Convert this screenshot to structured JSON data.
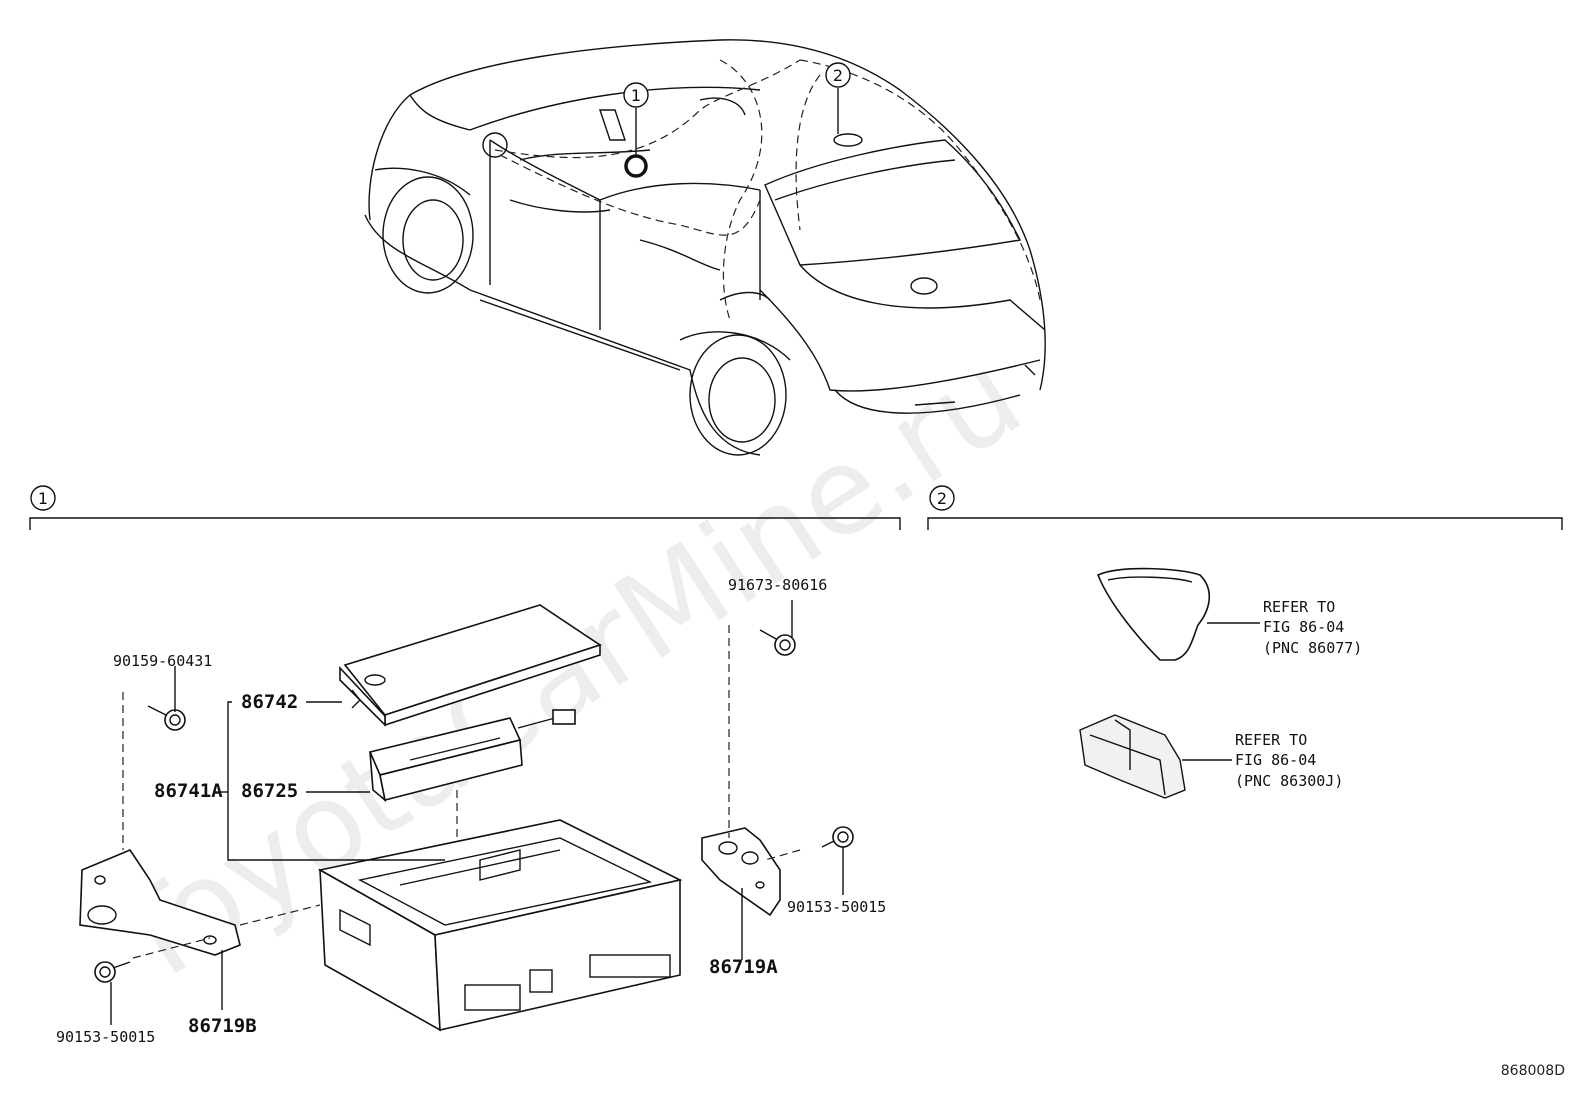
{
  "watermark": "ToyotaCarMine.ru",
  "callouts": {
    "c1": "1",
    "c2": "2"
  },
  "section1": {
    "marker": "1"
  },
  "section2": {
    "marker": "2"
  },
  "parts": {
    "p90159": "90159-60431",
    "p86742": "86742",
    "p86741A": "86741A",
    "p86725": "86725",
    "p91673": "91673-80616",
    "p90153_right": "90153-50015",
    "p86719A": "86719A",
    "p90153_left": "90153-50015",
    "p86719B": "86719B"
  },
  "refer1": {
    "line1": "REFER TO",
    "line2": "FIG 86-04",
    "line3": "(PNC 86077)"
  },
  "refer2": {
    "line1": "REFER TO",
    "line2": "FIG 86-04",
    "line3": "(PNC 86300J)"
  },
  "diagram_code": "868008D"
}
